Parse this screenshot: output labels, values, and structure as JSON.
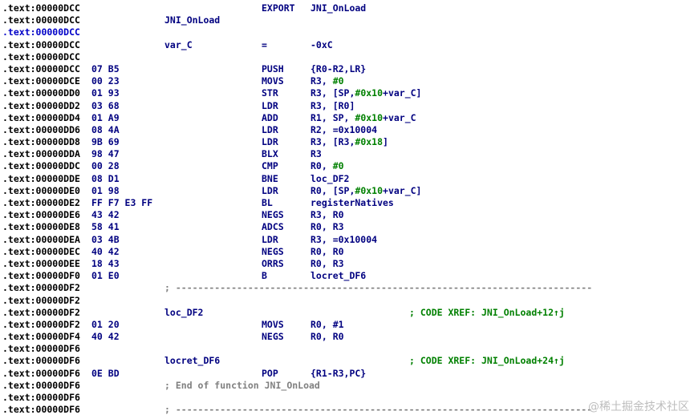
{
  "listing": [
    {
      "addr": ".text:00000DCC",
      "mnem": "EXPORT",
      "ops": [
        {
          "t": "JNI_OnLoad"
        }
      ]
    },
    {
      "addr": ".text:00000DCC",
      "label": "JNI_OnLoad"
    },
    {
      "addr": ".text:00000DCC",
      "hl": true
    },
    {
      "addr": ".text:00000DCC",
      "label": "var_C",
      "mnem": "=",
      "ops": [
        {
          "t": "-0xC"
        }
      ]
    },
    {
      "addr": ".text:00000DCC"
    },
    {
      "addr": ".text:00000DCC",
      "bytes": "07 B5",
      "mnem": "PUSH",
      "ops": [
        {
          "t": "{R0-R2,LR}"
        }
      ]
    },
    {
      "addr": ".text:00000DCE",
      "bytes": "00 23",
      "mnem": "MOVS",
      "ops": [
        {
          "t": "R3, "
        },
        {
          "t": "#0",
          "n": true
        }
      ]
    },
    {
      "addr": ".text:00000DD0",
      "bytes": "01 93",
      "mnem": "STR",
      "ops": [
        {
          "t": "R3, [SP,"
        },
        {
          "t": "#0x10",
          "n": true
        },
        {
          "t": "+var_C]"
        }
      ]
    },
    {
      "addr": ".text:00000DD2",
      "bytes": "03 68",
      "mnem": "LDR",
      "ops": [
        {
          "t": "R3, [R0]"
        }
      ]
    },
    {
      "addr": ".text:00000DD4",
      "bytes": "01 A9",
      "mnem": "ADD",
      "ops": [
        {
          "t": "R1, SP, "
        },
        {
          "t": "#0x10",
          "n": true
        },
        {
          "t": "+var_C"
        }
      ]
    },
    {
      "addr": ".text:00000DD6",
      "bytes": "08 4A",
      "mnem": "LDR",
      "ops": [
        {
          "t": "R2, =0x10004"
        }
      ]
    },
    {
      "addr": ".text:00000DD8",
      "bytes": "9B 69",
      "mnem": "LDR",
      "ops": [
        {
          "t": "R3, [R3,"
        },
        {
          "t": "#0x18",
          "n": true
        },
        {
          "t": "]"
        }
      ]
    },
    {
      "addr": ".text:00000DDA",
      "bytes": "98 47",
      "mnem": "BLX",
      "ops": [
        {
          "t": "R3"
        }
      ]
    },
    {
      "addr": ".text:00000DDC",
      "bytes": "00 28",
      "mnem": "CMP",
      "ops": [
        {
          "t": "R0, "
        },
        {
          "t": "#0",
          "n": true
        }
      ]
    },
    {
      "addr": ".text:00000DDE",
      "bytes": "08 D1",
      "mnem": "BNE",
      "ops": [
        {
          "t": "loc_DF2"
        }
      ]
    },
    {
      "addr": ".text:00000DE0",
      "bytes": "01 98",
      "mnem": "LDR",
      "ops": [
        {
          "t": "R0, [SP,"
        },
        {
          "t": "#0x10",
          "n": true
        },
        {
          "t": "+var_C]"
        }
      ]
    },
    {
      "addr": ".text:00000DE2",
      "bytes": "FF F7 E3 FF",
      "mnem": "BL",
      "ops": [
        {
          "t": "registerNatives"
        }
      ]
    },
    {
      "addr": ".text:00000DE6",
      "bytes": "43 42",
      "mnem": "NEGS",
      "ops": [
        {
          "t": "R3, R0"
        }
      ]
    },
    {
      "addr": ".text:00000DE8",
      "bytes": "58 41",
      "mnem": "ADCS",
      "ops": [
        {
          "t": "R0, R3"
        }
      ]
    },
    {
      "addr": ".text:00000DEA",
      "bytes": "03 4B",
      "mnem": "LDR",
      "ops": [
        {
          "t": "R3, =0x10004"
        }
      ]
    },
    {
      "addr": ".text:00000DEC",
      "bytes": "40 42",
      "mnem": "NEGS",
      "ops": [
        {
          "t": "R0, R0"
        }
      ]
    },
    {
      "addr": ".text:00000DEE",
      "bytes": "18 43",
      "mnem": "ORRS",
      "ops": [
        {
          "t": "R0, R3"
        }
      ]
    },
    {
      "addr": ".text:00000DF0",
      "bytes": "01 E0",
      "mnem": "B",
      "ops": [
        {
          "t": "locret_DF6"
        }
      ]
    },
    {
      "addr": ".text:00000DF2",
      "sep": "; ---------------------------------------------------------------------------"
    },
    {
      "addr": ".text:00000DF2"
    },
    {
      "addr": ".text:00000DF2",
      "label": "loc_DF2",
      "comment": "; CODE XREF: JNI_OnLoad+12↑j"
    },
    {
      "addr": ".text:00000DF2",
      "bytes": "01 20",
      "mnem": "MOVS",
      "ops": [
        {
          "t": "R0, #1"
        }
      ]
    },
    {
      "addr": ".text:00000DF4",
      "bytes": "40 42",
      "mnem": "NEGS",
      "ops": [
        {
          "t": "R0, R0"
        }
      ]
    },
    {
      "addr": ".text:00000DF6"
    },
    {
      "addr": ".text:00000DF6",
      "label": "locret_DF6",
      "comment": "; CODE XREF: JNI_OnLoad+24↑j"
    },
    {
      "addr": ".text:00000DF6",
      "bytes": "0E BD",
      "mnem": "POP",
      "ops": [
        {
          "t": "{R1-R3,PC}"
        }
      ]
    },
    {
      "addr": ".text:00000DF6",
      "endcmt": "; End of function JNI_OnLoad"
    },
    {
      "addr": ".text:00000DF6"
    },
    {
      "addr": ".text:00000DF6",
      "sep": "; ---------------------------------------------------------------------------"
    }
  ],
  "watermark": "@稀土掘金技术社区"
}
